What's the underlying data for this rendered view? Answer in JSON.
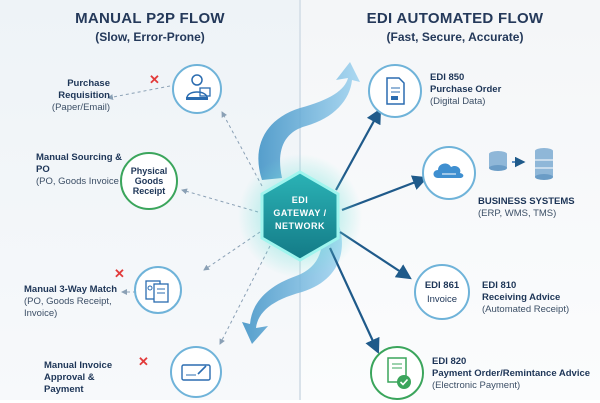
{
  "left": {
    "title": "MANUAL P2P FLOW",
    "subtitle": "(Slow, Error-Prone)",
    "steps": [
      {
        "label": "Purchase Requisition",
        "sub": "(Paper/Email)",
        "icon": "person-at-computer-icon",
        "error": "✕"
      },
      {
        "label": "Manual Sourcing & PO",
        "sub": "(PO, Goods Invoice"
      },
      {
        "label": "Manual 3-Way Match",
        "sub": "(PO, Goods Receipt, Invoice)",
        "icon": "documents-icon",
        "error": "✕"
      },
      {
        "label": "Manual Invoice Approval & Payment",
        "icon": "check-payment-icon",
        "error": "✕"
      }
    ],
    "receipt": "Physical Goods Receipt"
  },
  "hub": {
    "line1": "EDI",
    "line2": "GATEWAY /",
    "line3": "NETWORK"
  },
  "right": {
    "title": "EDI AUTOMATED FLOW",
    "subtitle": "(Fast, Secure, Accurate)",
    "steps": [
      {
        "code": "EDI 850",
        "label": "Purchase Order",
        "sub": "(Digital Data)",
        "icon": "digital-document-icon"
      },
      {
        "code": "",
        "label": "BUSINESS SYSTEMS",
        "sub": "(ERP, WMS, TMS)",
        "icon": "cloud-database-icon"
      },
      {
        "code": "EDI 810",
        "label": "Receiving Advice",
        "sub": "(Automated Receipt)",
        "box_code": "EDI 861",
        "box_label": "Invoice"
      },
      {
        "code": "EDI 820",
        "label": "Payment Order/Remintance Advice",
        "sub": "(Electronic Payment)",
        "icon": "approved-document-icon"
      }
    ]
  },
  "colors": {
    "accent_blue": "#2b6cb0",
    "light_blue": "#6fb3d9",
    "green": "#3ba55c",
    "error_red": "#e23b3b",
    "hub_teal": "#1f8f9a"
  }
}
